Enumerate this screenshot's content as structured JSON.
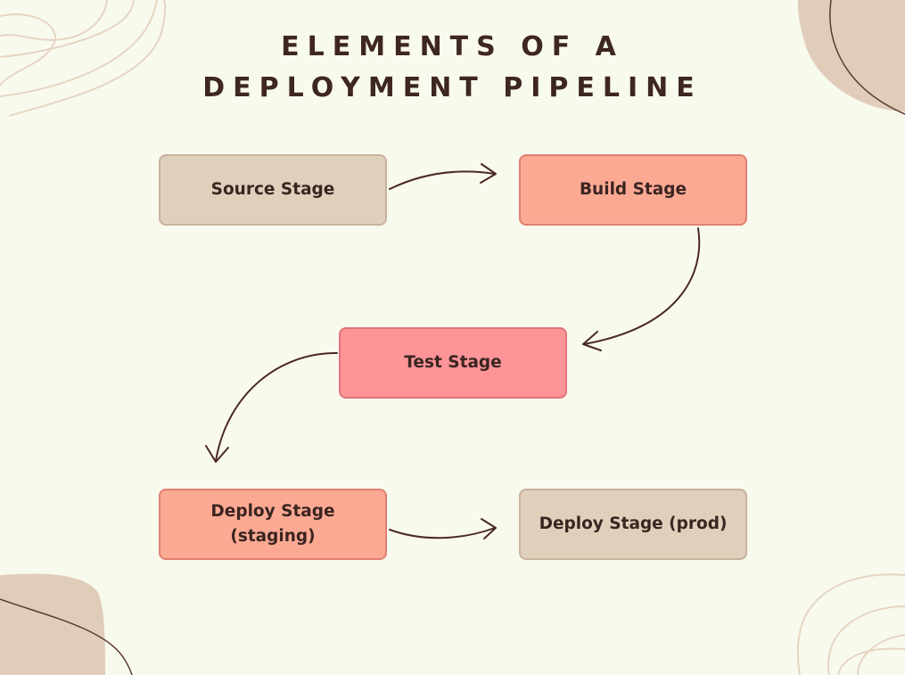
{
  "title": {
    "line1": "ELEMENTS OF A",
    "line2": "DEPLOYMENT PIPELINE"
  },
  "stages": {
    "source": {
      "label": "Source Stage"
    },
    "build": {
      "label": "Build Stage"
    },
    "test": {
      "label": "Test Stage"
    },
    "deploy_staging": {
      "label": "Deploy Stage (staging)"
    },
    "deploy_prod": {
      "label": "Deploy Stage (prod)"
    }
  },
  "colors": {
    "background": "#f9faee",
    "tan": "#dfd0bc",
    "tan_border": "#c8b29e",
    "salmon": "#fca994",
    "salmon_border": "#e07f72",
    "pink": "#fc9498",
    "pink_border": "#e3727b",
    "arrow": "#4a2a22",
    "title": "#3e2720"
  }
}
